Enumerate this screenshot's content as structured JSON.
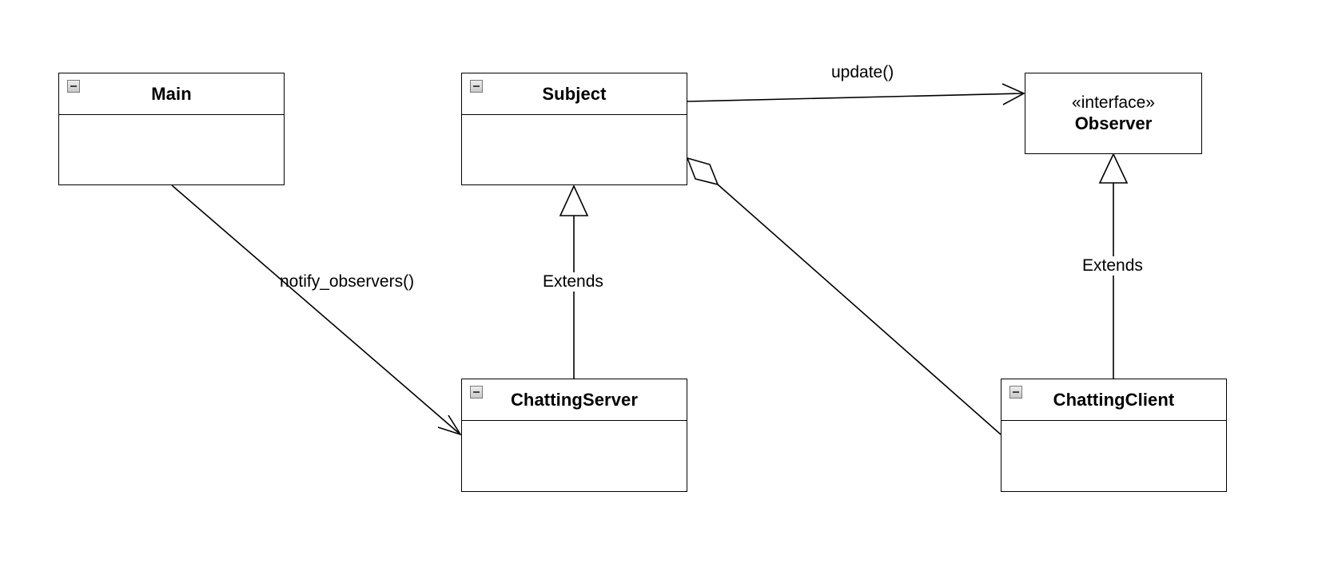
{
  "diagram": {
    "classes": {
      "main": {
        "name": "Main"
      },
      "subject": {
        "name": "Subject"
      },
      "chatting_server": {
        "name": "ChattingServer"
      },
      "chatting_client": {
        "name": "ChattingClient"
      }
    },
    "interface": {
      "stereotype": "«interface»",
      "name": "Observer"
    },
    "edges": {
      "main_to_server": {
        "label": "notify_observers()",
        "kind": "association"
      },
      "subject_to_observer": {
        "label": "update()",
        "kind": "association"
      },
      "server_extends_subject": {
        "label": "Extends",
        "kind": "generalization"
      },
      "client_extends_observer": {
        "label": "Extends",
        "kind": "generalization"
      },
      "subject_aggregates_client": {
        "label": "",
        "kind": "aggregation"
      }
    }
  }
}
